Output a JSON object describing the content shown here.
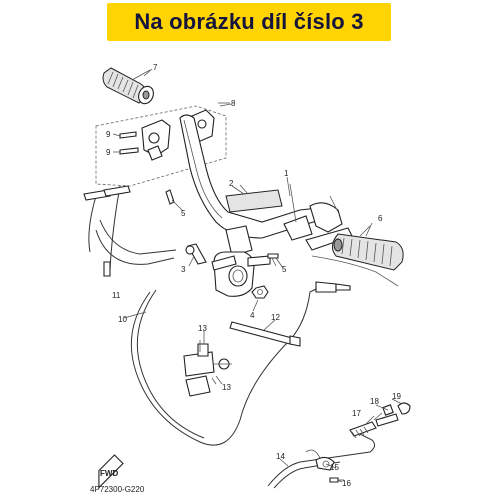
{
  "banner": {
    "text": "Na obrázku díl číslo 3",
    "color": "#ffd400",
    "text_color": "#14143c"
  },
  "callouts": [
    "7",
    "8",
    "9",
    "9",
    "5",
    "2",
    "1",
    "6",
    "3",
    "5",
    "11",
    "4",
    "12",
    "10",
    "13",
    "13",
    "19",
    "18",
    "17",
    "14",
    "15",
    "16"
  ],
  "fwd_label": "FWD",
  "diagram_code": "4P72300-G220"
}
